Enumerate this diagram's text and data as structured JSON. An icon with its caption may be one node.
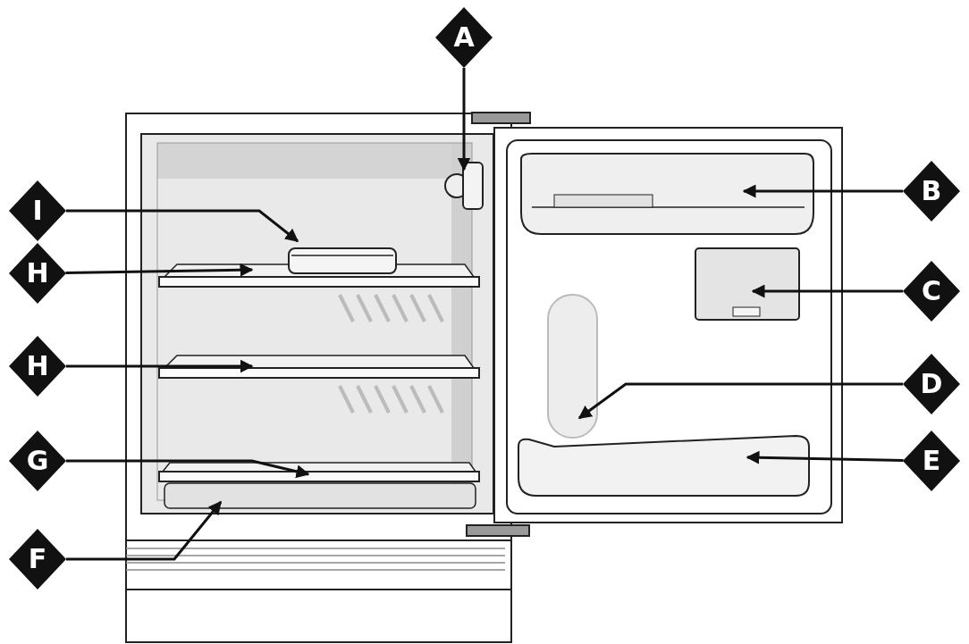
{
  "diagram": {
    "nodes": [
      {
        "text": [
          "A"
        ]
      },
      {
        "text": [
          "I"
        ]
      },
      {
        "text": [
          "B"
        ]
      },
      {
        "text": [
          "H"
        ]
      },
      {
        "text": [
          "C"
        ]
      },
      {
        "text": [
          "H"
        ]
      },
      {
        "text": [
          "D"
        ]
      },
      {
        "text": [
          "G"
        ]
      },
      {
        "text": [
          "E"
        ]
      },
      {
        "text": [
          "F"
        ]
      }
    ],
    "edges": [
      {
        "from": 0,
        "to": null,
        "arrow": "to"
      },
      {
        "from": 1,
        "to": null,
        "arrow": "to"
      },
      {
        "from": 2,
        "to": null,
        "arrow": "to"
      },
      {
        "from": 3,
        "to": null,
        "arrow": "to"
      },
      {
        "from": 4,
        "to": null,
        "arrow": "to"
      },
      {
        "from": 5,
        "to": null,
        "arrow": "to"
      },
      {
        "from": 6,
        "to": null,
        "arrow": "to"
      },
      {
        "from": 7,
        "to": null,
        "arrow": "to"
      },
      {
        "from": 8,
        "to": null,
        "arrow": "to"
      },
      {
        "from": 9,
        "to": null,
        "arrow": "to"
      }
    ]
  }
}
